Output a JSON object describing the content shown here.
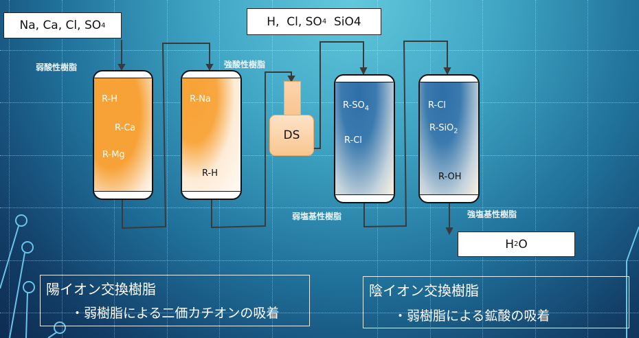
{
  "inputs": {
    "feed": {
      "text": "Na, Ca, Cl, SO",
      "sub": "4"
    },
    "mid": {
      "pre": "H,  Cl, SO",
      "sub": "4",
      "post": "  SiO4"
    },
    "output": {
      "pre": "H",
      "sub": "2",
      "post": "O"
    }
  },
  "labels": {
    "weak_acid": "弱酸性樹脂",
    "strong_acid": "強酸性樹脂",
    "weak_base": "弱塩基性樹脂",
    "strong_base": "強塩基性樹脂"
  },
  "columns": [
    {
      "items": [
        "R-H",
        "R-Ca",
        "R-Mg"
      ]
    },
    {
      "items": [
        "R-Na",
        "R-H"
      ]
    },
    {
      "items": [
        {
          "pre": "R-SO",
          "sub": "4"
        },
        "R-Cl"
      ]
    },
    {
      "items": [
        "R-Cl",
        {
          "pre": "R-SiO",
          "sub": "2"
        },
        "R-OH"
      ]
    }
  ],
  "ds": {
    "label": "DS"
  },
  "notes": {
    "cation": {
      "title": "陽イオン交換樹脂",
      "sub": "・弱樹脂による二価カチオンの吸着"
    },
    "anion": {
      "title": "陰イオン交換樹脂",
      "sub": "・弱樹脂による鉱酸の吸着"
    }
  },
  "colors": {
    "orange": "#f7a236",
    "blue": "#2f6fa8",
    "line": "#3a3a3a"
  }
}
